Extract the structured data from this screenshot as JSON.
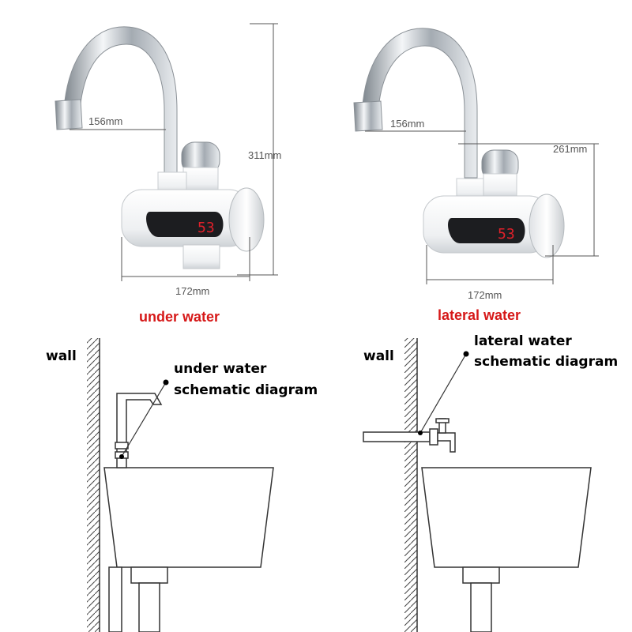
{
  "left_faucet": {
    "spout_width": "156mm",
    "height": "311mm",
    "body_width": "172mm",
    "display_reading": "53",
    "label": "under water"
  },
  "right_faucet": {
    "spout_width": "156mm",
    "height": "261mm",
    "body_width": "172mm",
    "display_reading": "53",
    "label": "lateral water"
  },
  "left_schematic": {
    "wall_label": "wall",
    "caption_line1": "under water",
    "caption_line2": "schematic diagram"
  },
  "right_schematic": {
    "wall_label": "wall",
    "caption_line1": "lateral water",
    "caption_line2": "schematic diagram"
  },
  "colors": {
    "label_red": "#d61818",
    "display_red": "#e0202a",
    "chrome": "#c9ced4"
  }
}
